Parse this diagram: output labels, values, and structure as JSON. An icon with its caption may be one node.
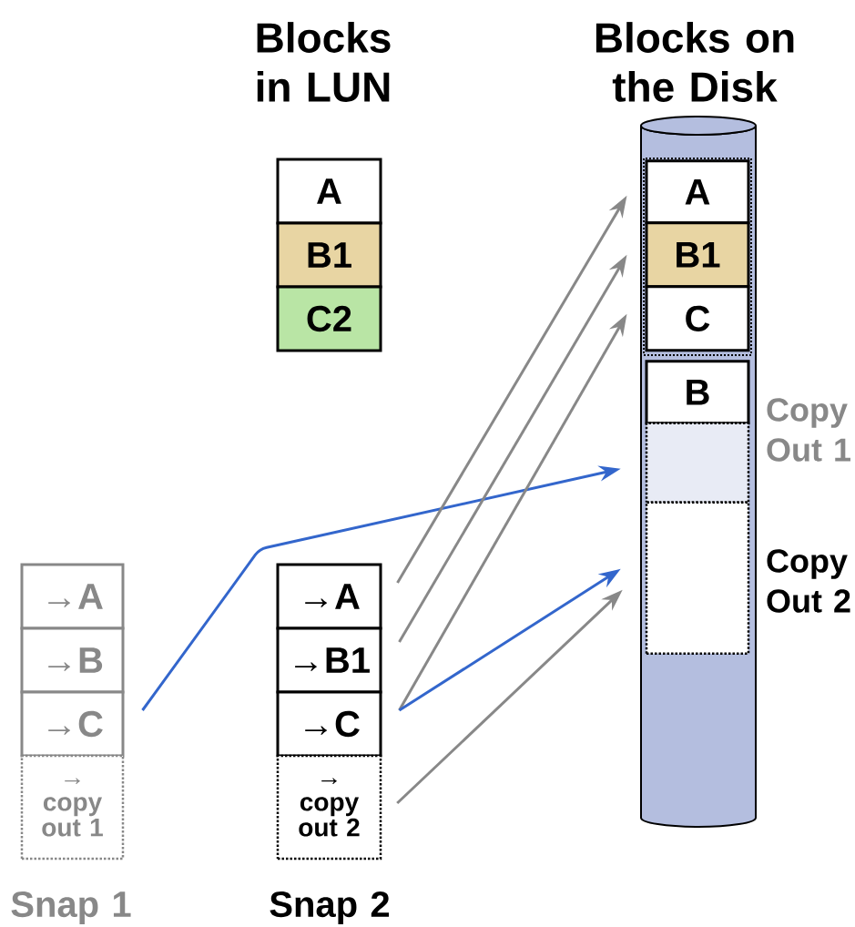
{
  "diagram": {
    "nodes": [
      {
        "text": [
          "A"
        ]
      },
      {
        "text": [
          "B1"
        ]
      },
      {
        "text": [
          "C2"
        ]
      },
      {
        "text": [],
        "shape": "cylinder"
      },
      {
        "text": [
          "A"
        ],
        "in": 3
      },
      {
        "text": [
          "B1"
        ],
        "in": 3
      },
      {
        "text": [
          "C"
        ],
        "in": 3
      },
      {
        "text": [
          "B"
        ],
        "in": 3
      },
      {
        "text": [],
        "shape": "box",
        "in": 3,
        "beside": [
          "Copy Out 1"
        ]
      },
      {
        "text": [],
        "shape": "box",
        "in": 3,
        "beside": [
          "Copy Out 2"
        ]
      },
      {
        "text": [
          "→A"
        ]
      },
      {
        "text": [
          "→B"
        ]
      },
      {
        "text": [
          "→C"
        ]
      },
      {
        "text": [
          "→ copy out 1"
        ]
      },
      {
        "text": [
          "→A"
        ]
      },
      {
        "text": [
          "→B1"
        ]
      },
      {
        "text": [
          "→C"
        ]
      },
      {
        "text": [
          "→ copy out 2"
        ]
      }
    ],
    "edges": [
      {
        "from": 14,
        "to": 4,
        "arrow": "to"
      },
      {
        "from": 15,
        "to": 5,
        "arrow": "to"
      },
      {
        "from": 16,
        "to": 6,
        "arrow": "to"
      },
      {
        "from": 16,
        "to": 9,
        "arrow": "to",
        "color": "#3366cc"
      },
      {
        "from": 12,
        "to": 8,
        "arrow": "to",
        "color": "#3366cc"
      },
      {
        "from": 17,
        "to": 9,
        "arrow": "to"
      }
    ],
    "labels": [
      "Blocks in LUN",
      "Blocks on the Disk",
      "Snap 1",
      "Snap 2"
    ]
  }
}
